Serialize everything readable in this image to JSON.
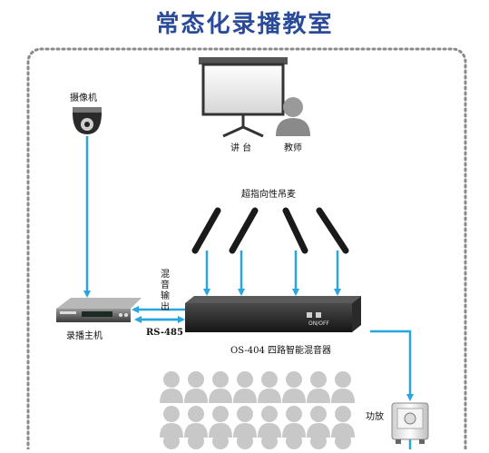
{
  "title": "常态化录播教室",
  "labels": {
    "camera": "摄像机",
    "podium": "讲 台",
    "teacher": "教师",
    "mics": "超指向性吊麦",
    "mix_output": "混音输出",
    "recorder": "录播主机",
    "rs485": "RS-485",
    "mixer": "OS-404 四路智能混音器",
    "mixer_switch": "ON/OFF",
    "amplifier": "功放"
  },
  "colors": {
    "title": "#2a4a9a",
    "arrow": "#29a6e0",
    "border_dots": "#8a8a8a",
    "audience": "#c8c8c8"
  },
  "icons": {
    "camera": "dome-camera-icon",
    "screen": "projector-screen-icon",
    "teacher": "person-icon",
    "mic": "hanging-mic-icon",
    "recorder": "recorder-box-icon",
    "mixer": "mixer-box-icon",
    "amplifier": "amplifier-icon",
    "audience": "audience-person-icon"
  }
}
